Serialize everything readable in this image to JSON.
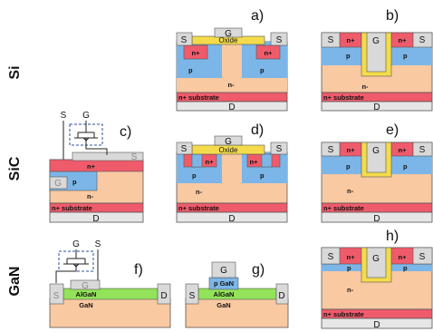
{
  "colors": {
    "substrate": "#ef5b6b",
    "drift": "#f9c9a2",
    "pwell": "#7cb6e8",
    "nplus": "#ef5b6b",
    "oxide": "#f4db4c",
    "contact": "#d9d9d9",
    "algan": "#93e35a",
    "gan": "#f9c9a2",
    "pgan": "#7cb6e8",
    "outline": "#555555",
    "inset_dashed": "#2b4f9e"
  },
  "rows": [
    "Si",
    "SiC",
    "GaN"
  ],
  "panels": {
    "a": {
      "id": "a)",
      "gate": "G",
      "source_left": "S",
      "source_right": "S",
      "oxide": "Oxide",
      "nplus_l": "n+",
      "nplus_r": "n+",
      "p_l": "p",
      "p_r": "p",
      "drift": "n-",
      "substrate": "n+ substrate",
      "drain": "D"
    },
    "b": {
      "id": "b)",
      "gate": "G",
      "source_left": "S",
      "source_right": "S",
      "nplus_l": "n+",
      "nplus_r": "n+",
      "p_l": "p",
      "p_r": "p",
      "drift": "n-",
      "substrate": "n+ substrate",
      "drain": "D"
    },
    "c": {
      "id": "c)",
      "source": "S",
      "gate": "G",
      "nplus": "n+",
      "p": "p",
      "drift": "n-",
      "substrate": "n+ substrate",
      "drain": "D",
      "inset_s": "S",
      "inset_g": "G"
    },
    "d": {
      "id": "d)",
      "gate": "G",
      "source_left": "S",
      "source_right": "S",
      "oxide": "Oxide",
      "nplus_l": "n+",
      "nplus_r": "n+",
      "p_l": "p",
      "p_r": "p",
      "drift": "n-",
      "substrate": "n+ substrate",
      "drain": "D"
    },
    "e": {
      "id": "e)",
      "gate": "G",
      "source_left": "S",
      "source_right": "S",
      "nplus_l": "n+",
      "nplus_r": "n+",
      "p_l": "p",
      "p_r": "p",
      "drift": "n-",
      "substrate": "n+ substrate",
      "drain": "D"
    },
    "f": {
      "id": "f)",
      "source": "S",
      "gate": "G",
      "drain": "D",
      "algan": "AlGaN",
      "gan": "GaN",
      "inset_g": "G",
      "inset_s": "S"
    },
    "g": {
      "id": "g)",
      "source": "S",
      "gate": "G",
      "drain": "D",
      "pgan": "p GaN",
      "algan": "AlGaN",
      "gan": "GaN"
    },
    "h": {
      "id": "h)",
      "gate": "G",
      "source_left": "S",
      "source_right": "S",
      "nplus_l": "n+",
      "nplus_r": "n+",
      "p_l": "p",
      "p_r": "p",
      "drift": "n-",
      "substrate": "n+ substrate",
      "drain": "D"
    }
  }
}
